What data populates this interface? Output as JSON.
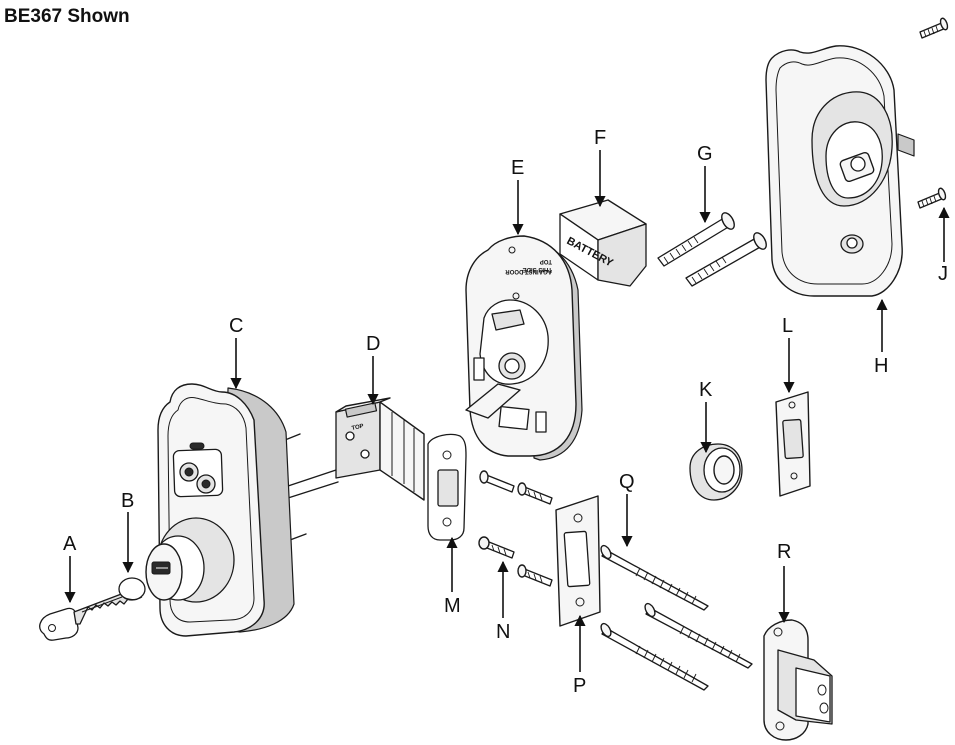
{
  "title": "BE367 Shown",
  "labels": {
    "A": "A",
    "B": "B",
    "C": "C",
    "D": "D",
    "E": "E",
    "F": "F",
    "G": "G",
    "H": "H",
    "J": "J",
    "K": "K",
    "L": "L",
    "M": "M",
    "N": "N",
    "P": "P",
    "Q": "Q",
    "R": "R"
  },
  "part_text": {
    "battery": "BATTERY",
    "mount_plate_1": "THIS SIDE",
    "mount_plate_2": "AGAINST DOOR",
    "mount_plate_3": "TOP",
    "latch_stamp": "TOP"
  },
  "colors": {
    "ink": "#1a1a1a",
    "fill_light": "#f6f6f6",
    "fill_mid": "#e4e4e4",
    "background": "#ffffff"
  }
}
